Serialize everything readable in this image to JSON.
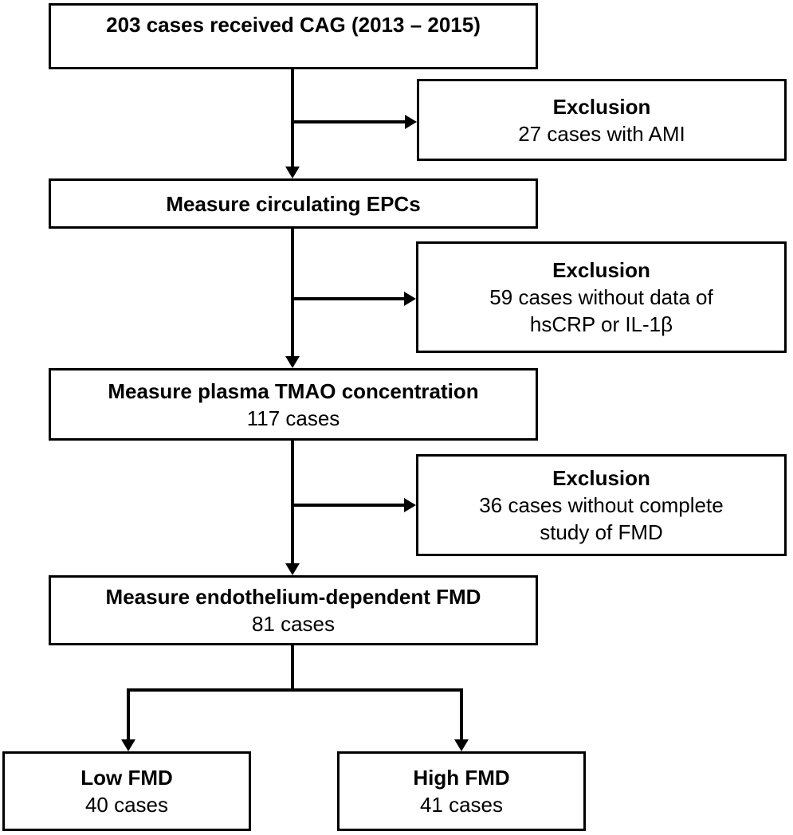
{
  "diagram": {
    "enrollment": {
      "title": "203 cases received CAG (2013 – 2015)"
    },
    "exclusion_ami": {
      "title": "Exclusion",
      "lines": [
        "27 cases with AMI"
      ]
    },
    "epc": {
      "title": "Measure circulating EPCs"
    },
    "exclusion_inflammation": {
      "title": "Exclusion",
      "lines": [
        "59 cases without data of",
        "hsCRP or IL-1β"
      ]
    },
    "tmao": {
      "title": "Measure plasma TMAO concentration",
      "count": "117 cases"
    },
    "exclusion_fmd": {
      "title": "Exclusion",
      "lines": [
        "36 cases without complete",
        "study of FMD"
      ]
    },
    "fmd": {
      "title": "Measure endothelium-dependent FMD",
      "count": "81 cases"
    },
    "low_fmd": {
      "title": "Low FMD",
      "count": "40 cases"
    },
    "high_fmd": {
      "title": "High FMD",
      "count": "41 cases"
    }
  },
  "colors": {
    "line": "#000000",
    "text": "#000000",
    "background": "#ffffff"
  }
}
